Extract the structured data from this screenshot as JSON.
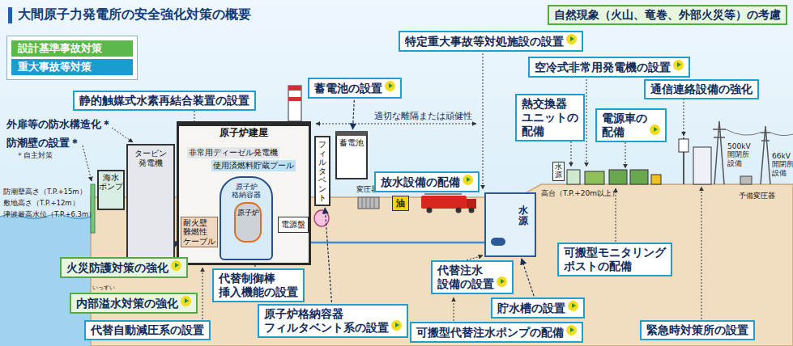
{
  "diagram": {
    "title": "大間原子力発電所の安全強化対策の概要",
    "nodes": [
      {
        "text": [
          "自然現象（火山、竜巻、外部火災等）の考慮"
        ]
      },
      {
        "text": [
          "特定重大事故等対処施設の設置"
        ]
      },
      {
        "text": [
          "空冷式非常用発電機の設置"
        ]
      },
      {
        "text": [
          "静的触媒式水素再結合装置の設置"
        ]
      },
      {
        "text": [
          "蓄電池の設置"
        ]
      },
      {
        "text": [
          "通信連絡設備の強化"
        ]
      },
      {
        "text": [
          "熱交換器 ユニットの 配備"
        ]
      },
      {
        "text": [
          "電源車の 配備"
        ]
      },
      {
        "text": [
          "原子炉建屋"
        ]
      },
      {
        "text": [
          "非常用ディーゼル発電機"
        ],
        "in": 8
      },
      {
        "text": [
          "使用済燃料貯蔵プール"
        ],
        "in": 8
      },
      {
        "text": [
          "耐火壁",
          "難燃性 ケーブル"
        ],
        "in": 8
      },
      {
        "text": [
          "原子炉 格納容器"
        ],
        "in": 8
      },
      {
        "text": [
          "原子炉"
        ],
        "in": 12
      },
      {
        "text": [
          "電源盤"
        ],
        "in": 8
      },
      {
        "text": [
          "タービン 発電機"
        ]
      },
      {
        "text": [
          "海水 ポンプ"
        ]
      },
      {
        "text": [
          "フィルタベント"
        ]
      },
      {
        "text": [
          "蓄電池"
        ]
      },
      {
        "text": [
          "油"
        ]
      },
      {
        "text": [
          "放水設備の配備"
        ]
      },
      {
        "text": [
          "水源"
        ]
      },
      {
        "text": [
          "水源"
        ]
      },
      {
        "text": [
          "火災防護対策の強化"
        ]
      },
      {
        "text": [
          "代替制御棒 挿入機能の設置"
        ]
      },
      {
        "text": [
          "代替注水 設備の設置"
        ]
      },
      {
        "text": [
          "可搬型モニタリング ポストの配備"
        ]
      },
      {
        "text": [
          "内部溢水対策の強化"
        ]
      },
      {
        "text": [
          "貯水槽の設置"
        ]
      },
      {
        "text": [
          "代替自動減圧系の設置"
        ]
      },
      {
        "text": [
          "原子炉格納容器 フィルタベント系の設置"
        ]
      },
      {
        "text": [
          "可搬型代替注水ポンプの配備"
        ]
      },
      {
        "text": [
          "緊急時対策所の設置"
        ]
      }
    ],
    "edges": [
      {
        "from": 4,
        "to": 18,
        "arrow": "to"
      },
      {
        "from": 28,
        "to": 22,
        "arrow": "to"
      },
      {
        "from": 24,
        "to": 13,
        "arrow": "to"
      },
      {
        "from": 30,
        "to": 17,
        "arrow": "to"
      },
      {
        "from": 23,
        "to": 11,
        "arrow": "to"
      }
    ],
    "labels": [
      "外扉等の防水構造化＊",
      "防潮壁の設置＊",
      "＊自主対策",
      "防潮壁高さ（T.P.+15m）",
      "敷地高さ（T.P.+12m）",
      "津波最高水位（T.P.+6.3m）",
      "適切な離隔または頑健性",
      "変圧器",
      "高台（T.P.+20m以上）",
      "500kV 開閉所 設備",
      "66kV 開閉所 設備",
      "予備変圧器",
      "いっすい"
    ],
    "legend": [
      {
        "text": "設計基準事故対策",
        "color": "#5cb84a"
      },
      {
        "text": "重大事故等対策",
        "color": "#1a9ccf"
      }
    ]
  }
}
